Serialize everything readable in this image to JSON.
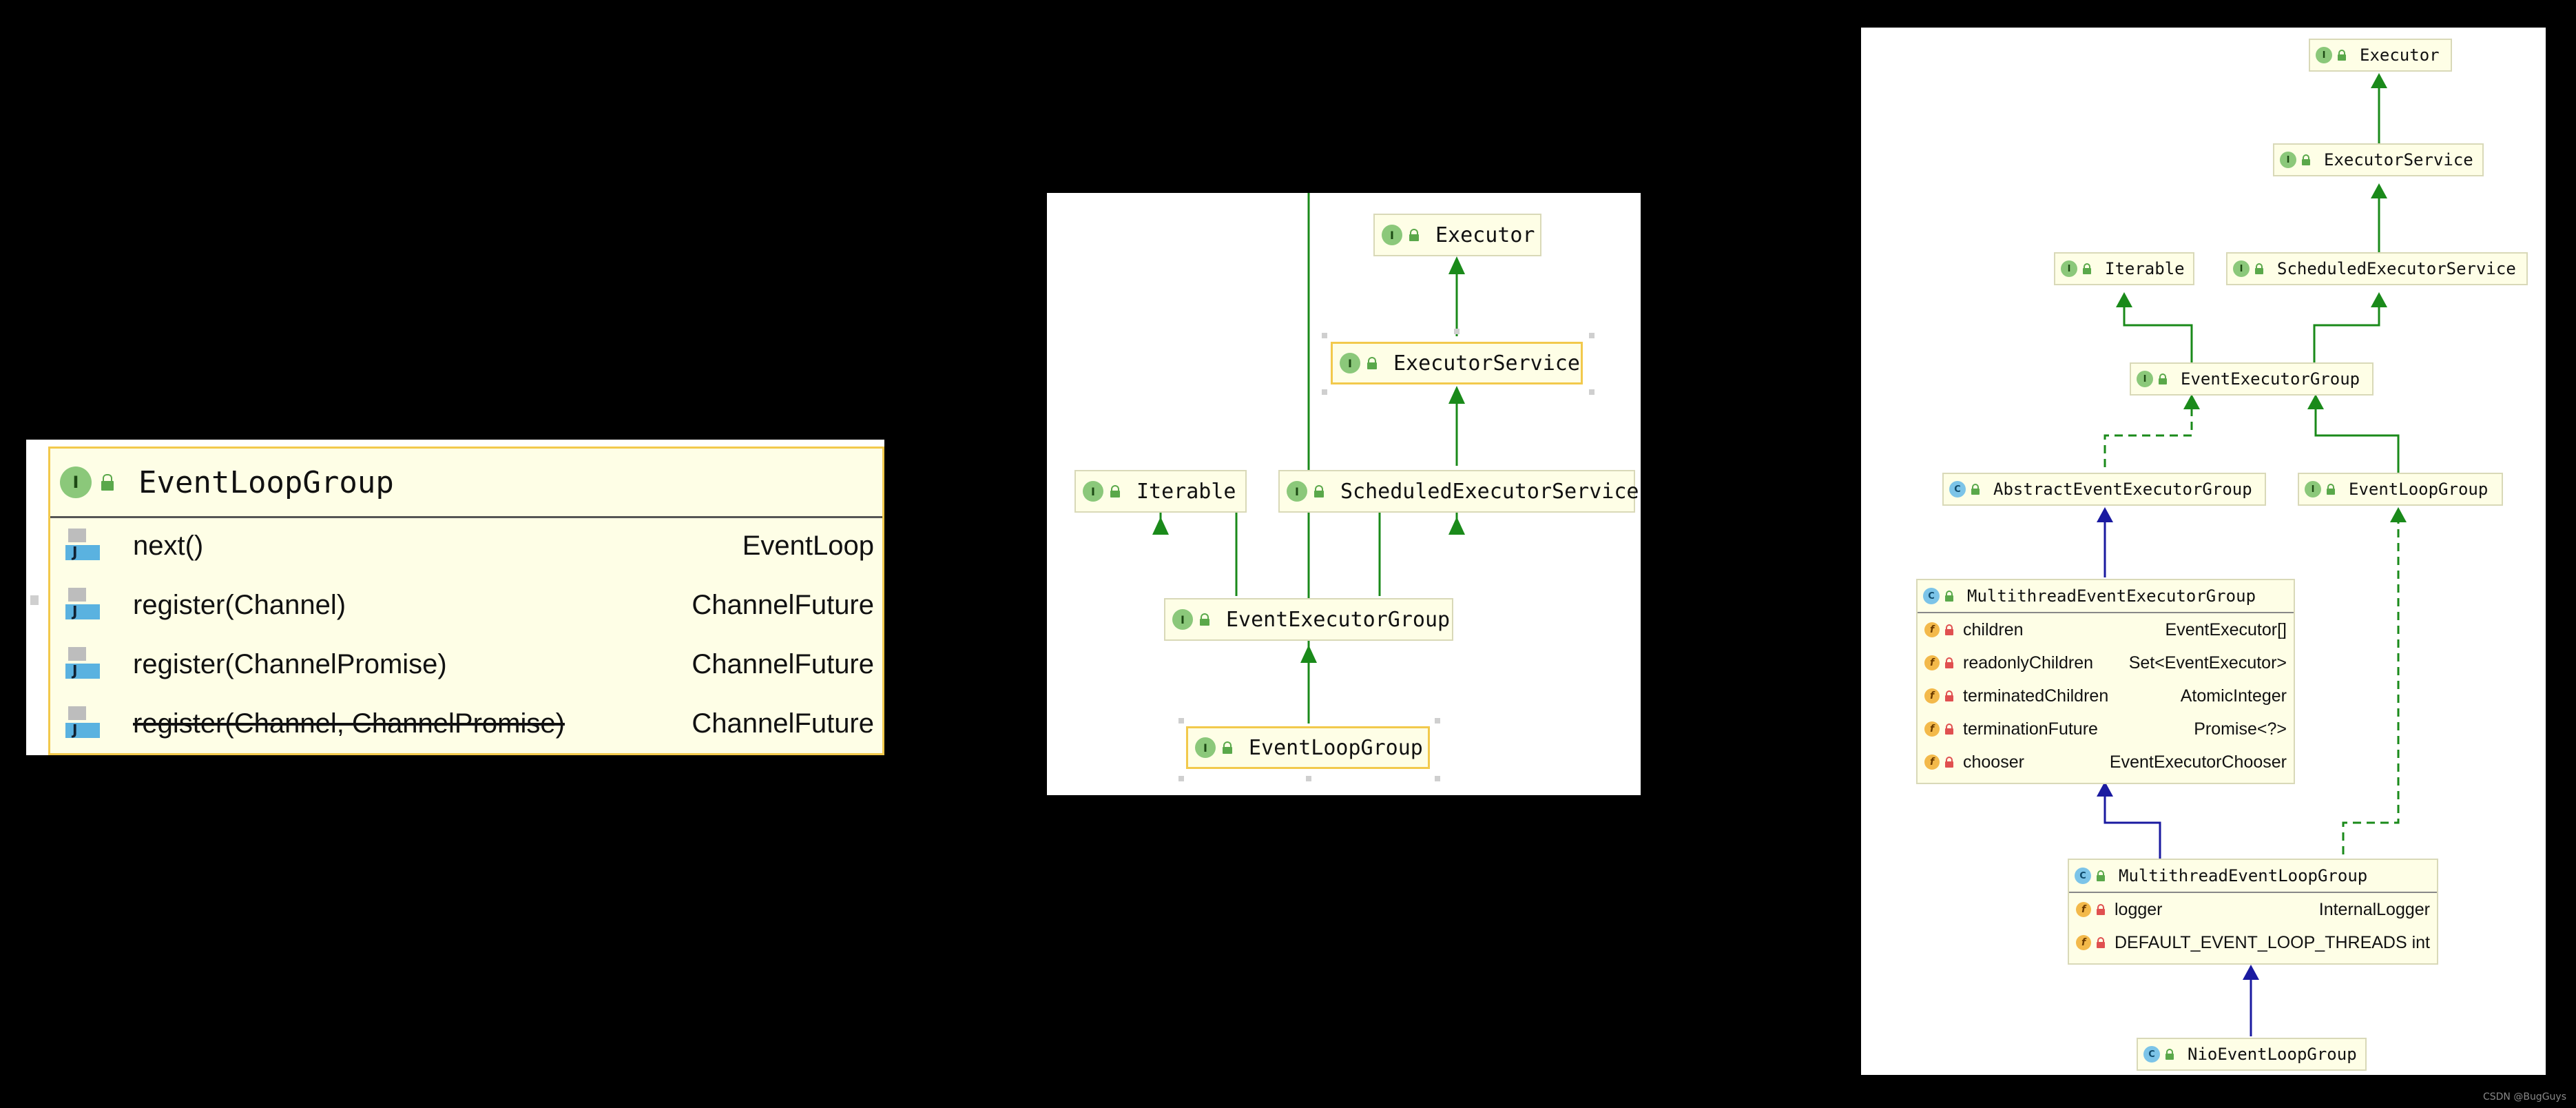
{
  "left": {
    "title": "EventLoopGroup",
    "methods": [
      {
        "name": "next()",
        "type": "EventLoop",
        "deprecated": false
      },
      {
        "name": "register(Channel)",
        "type": "ChannelFuture",
        "deprecated": false
      },
      {
        "name": "register(ChannelPromise)",
        "type": "ChannelFuture",
        "deprecated": false
      },
      {
        "name": "register(Channel, ChannelPromise)",
        "type": "ChannelFuture",
        "deprecated": true
      }
    ]
  },
  "middle": {
    "executor": "Executor",
    "executor_service": "ExecutorService",
    "iterable": "Iterable",
    "scheduled_executor_service": "ScheduledExecutorService",
    "event_executor_group": "EventExecutorGroup",
    "event_loop_group": "EventLoopGroup"
  },
  "right": {
    "executor": "Executor",
    "executor_service": "ExecutorService",
    "iterable": "Iterable",
    "scheduled_executor_service": "ScheduledExecutorService",
    "event_executor_group": "EventExecutorGroup",
    "abstract_event_executor_group": "AbstractEventExecutorGroup",
    "event_loop_group": "EventLoopGroup",
    "multithread_event_executor_group": {
      "title": "MultithreadEventExecutorGroup",
      "fields": [
        {
          "name": "children",
          "type": "EventExecutor[]"
        },
        {
          "name": "readonlyChildren",
          "type": "Set<EventExecutor>"
        },
        {
          "name": "terminatedChildren",
          "type": "AtomicInteger"
        },
        {
          "name": "terminationFuture",
          "type": "Promise<?>"
        },
        {
          "name": "chooser",
          "type": "EventExecutorChooser"
        }
      ]
    },
    "multithread_event_loop_group": {
      "title": "MultithreadEventLoopGroup",
      "fields": [
        {
          "name": "logger",
          "type": "InternalLogger"
        },
        {
          "name": "DEFAULT_EVENT_LOOP_THREADS",
          "type": "int"
        }
      ]
    },
    "nio_event_loop_group": "NioEventLoopGroup"
  },
  "badges": {
    "interface": "I",
    "class": "C",
    "field": "f",
    "java": "J"
  },
  "icons": {
    "interface": "interface-icon",
    "class": "class-icon",
    "field": "field-icon",
    "method": "method-icon",
    "lock": "lock-icon"
  },
  "colors": {
    "background": "#000000",
    "node_fill": "#fefee6",
    "selected_border": "#f2c94c",
    "interface_arrow": "#1a8a1a",
    "class_arrow": "#1a1aa0"
  },
  "watermark": "CSDN @BugGuys"
}
